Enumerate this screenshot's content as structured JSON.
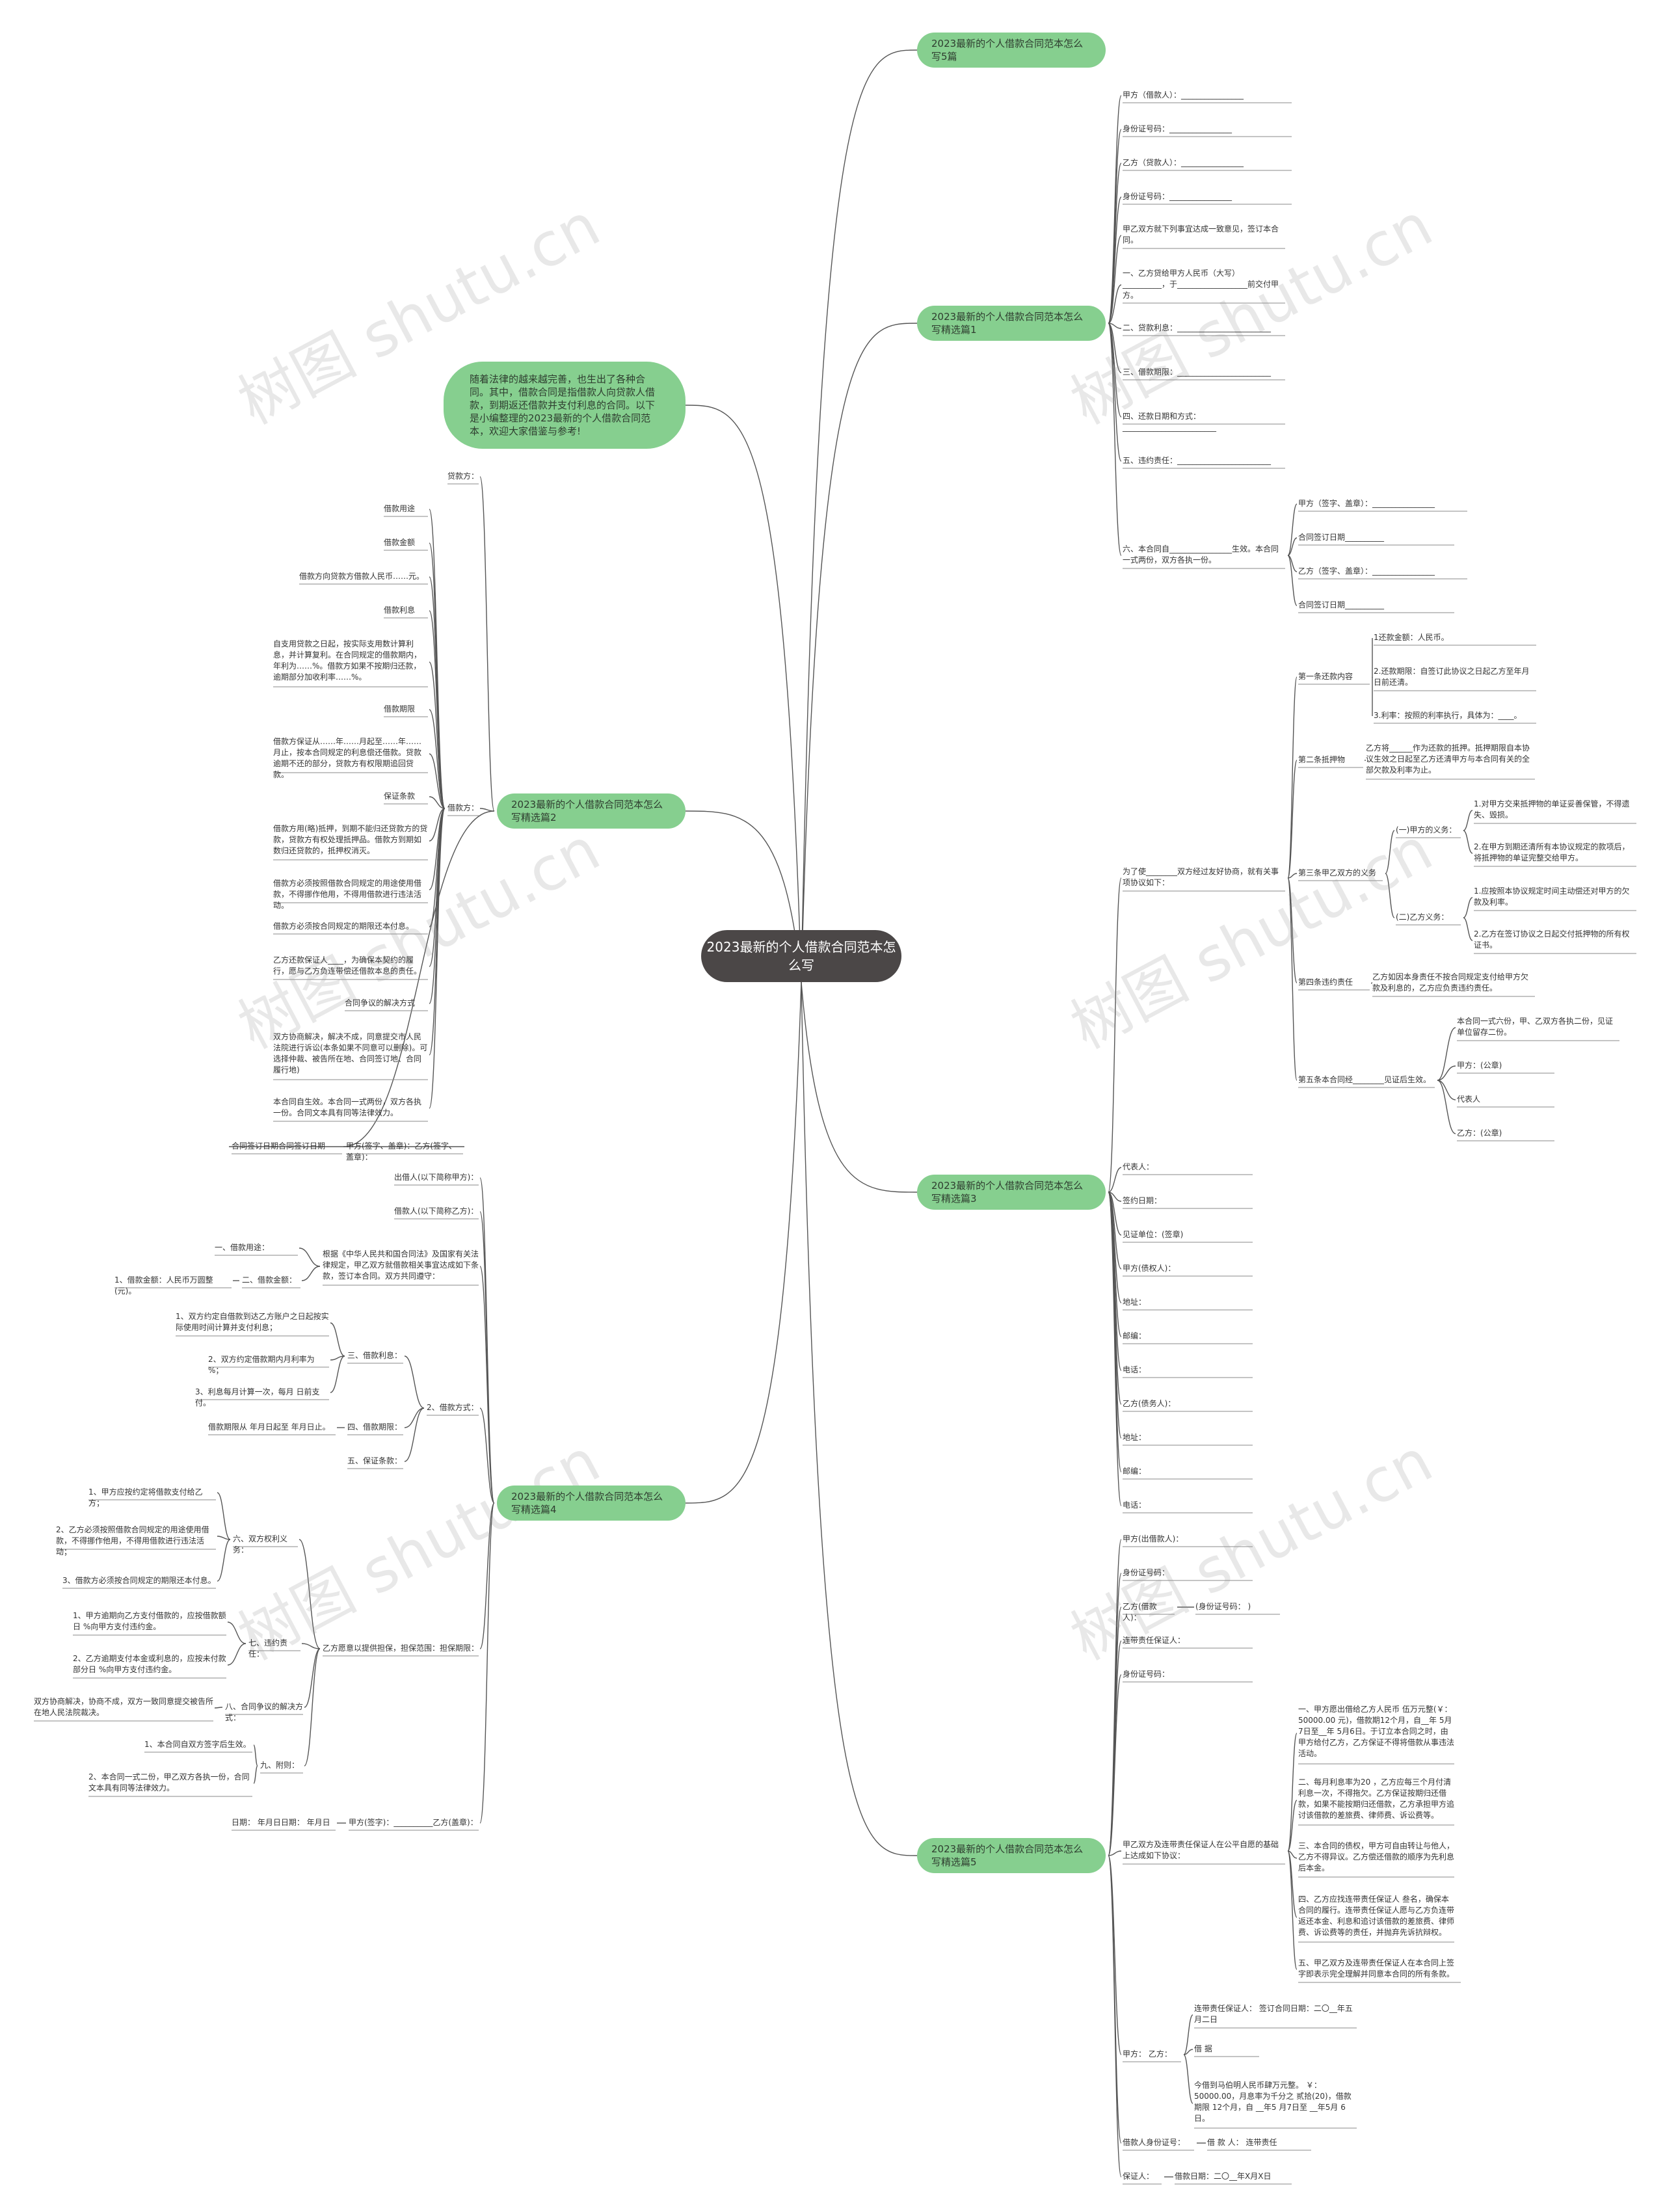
{
  "root": {
    "label": "2023最新的个人借款合同范本怎么写"
  },
  "intro": {
    "text": "随着法律的越来越完善，也生出了各种合同。其中，借款合同是指借款人向贷款人借款，到期返还借款并支付利息的合同。以下是小编整理的2023最新的个人借款合同范本，欢迎大家借鉴与参考!"
  },
  "watermark": "树图 shutu.cn",
  "branches": [
    {
      "id": "b5h",
      "label": "2023最新的个人借款合同范本怎么写5篇"
    },
    {
      "id": "b1",
      "label": "2023最新的个人借款合同范本怎么写精选篇1"
    },
    {
      "id": "b2",
      "label": "2023最新的个人借款合同范本怎么写精选篇2"
    },
    {
      "id": "b3",
      "label": "2023最新的个人借款合同范本怎么写精选篇3"
    },
    {
      "id": "b4",
      "label": "2023最新的个人借款合同范本怎么写精选篇4"
    },
    {
      "id": "b5",
      "label": "2023最新的个人借款合同范本怎么写精选篇5"
    }
  ],
  "texts": {
    "b1_a": "甲方（借款人）：________________",
    "b1_b": "身份证号码：________________",
    "b1_c": "乙方（贷款人）：________________",
    "b1_d": "身份证号码：________________",
    "b1_e": "甲乙双方就下列事宜达成一致意见，签订本合同。",
    "b1_f": "一、乙方贷给甲方人民币（大写）__________，于__________________前交付甲方。",
    "b1_g": "二、贷款利息：________________________",
    "b1_h": "三、借款期限：________________________",
    "b1_i": "四、还款日期和方式：________________________",
    "b1_j": "五、违约责任：________________________",
    "b1_k": "六、本合同自________________生效。本合同一式两份，双方各执一份。",
    "b1_k1": "甲方（签字、盖章）：________________",
    "b1_k2": "合同签订日期__________",
    "b1_k3": "乙方（签字、盖章）：________________",
    "b1_k4": "合同签订日期__________",
    "b2_a": "贷款方：",
    "b2_b": "借款方：",
    "b2_c": "合同签订日期合同签订日期",
    "b2_c1": "甲方(签字、盖章)：乙方(签字、盖章)：",
    "b2_b1": "借款用途",
    "b2_b2": "借款金额",
    "b2_b3": "借款方向贷款方借款人民币……元。",
    "b2_b4": "借款利息",
    "b2_b5": "自支用贷款之日起，按实际支用数计算利息，并计算复利。在合同规定的借款期内，年利为……%。借款方如果不按期归还款，逾期部分加收利率……%。",
    "b2_b6": "借款期限",
    "b2_b7": "借款方保证从……年……月起至……年……月止，按本合同规定的利息偿还借款。贷款逾期不还的部分，贷款方有权限期追回贷款。",
    "b2_b8": "保证条款",
    "b2_b9": "借款方用(略)抵押，到期不能归还贷款方的贷款，贷款方有权处理抵押品。借款方到期如数归还贷款的，抵押权消灭。",
    "b2_b10": "借款方必须按照借款合同规定的用途使用借款，不得挪作他用，不得用借款进行违法活动。",
    "b2_b11": "借款方必须按合同规定的期限还本付息。",
    "b2_b12": "乙方还款保证人____，为确保本契约的履行，愿与乙方负连带偿还借款本息的责任。",
    "b2_b13": "合同争议的解决方式",
    "b2_b14": "双方协商解决，解决不成，同意提交市人民法院进行诉讼(本条如果不同意可以删除)。可选择仲裁、被告所在地、合同签订地、合同履行地)",
    "b2_b15": "本合同自生效。本合同一式两份，双方各执一份。合同文本具有同等法律效力。",
    "b3_a": "为了使________双方经过友好协商，就有关事项协议如下：",
    "b3_s1": "第一条还款内容",
    "b3_s1a": "1还款金额：人民币。",
    "b3_s1b": "2.还款期限：自签订此协议之日起乙方至年月日前还清。",
    "b3_s1c": "3.利率：按照的利率执行，具体为：____。",
    "b3_s2": "第二条抵押物",
    "b3_s2a": "乙方将______作为还款的抵押。抵押期限自本协议生效之日起至乙方还清甲方与本合同有关的全部欠款及利率为止。",
    "b3_s3": "第三条甲乙双方的义务",
    "b3_s3a": "(一)甲方的义务：",
    "b3_s3a1": "1.对甲方交来抵押物的单证妥善保管，不得遗失、毁损。",
    "b3_s3a2": "2.在甲方到期还清所有本协议规定的款项后，将抵押物的单证完整交给甲方。",
    "b3_s3b": "(二)乙方义务：",
    "b3_s3b1": "1.应按照本协议规定时间主动偿还对甲方的欠款及利率。",
    "b3_s3b2": "2.乙方在签订协议之日起交付抵押物的所有权证书。",
    "b3_s4": "第四条违约责任",
    "b3_s4a": "乙方如因本身责任不按合同规定支付给甲方欠款及利息的，乙方应负责违约责任。",
    "b3_s5": "第五条本合同经________见证后生效。",
    "b3_s5a": "本合同一式六份，甲、乙双方各执二份，见证单位留存二份。",
    "b3_s5b": "甲方：(公章)",
    "b3_s5c": "代表人",
    "b3_s5d": "乙方：(公章)",
    "b3_b": "代表人：",
    "b3_c": "签约日期：",
    "b3_d": "见证单位：(签章)",
    "b3_e": "甲方(债权人)：",
    "b3_f": "地址：",
    "b3_g": "邮编：",
    "b3_h": "电话：",
    "b3_i": "乙方(债务人)：",
    "b3_j": "地址：",
    "b3_k": "邮编：",
    "b3_l": "电话：",
    "b4_a": "出借人(以下简称甲方)：",
    "b4_b": "借款人(以下简称乙方)：",
    "b4_c": "根据《中华人民共和国合同法》及国家有关法律规定，甲乙双方就借款相关事宜达成如下条款，签订本合同。双方共同遵守：",
    "b4_c1": "一、借款用途：",
    "b4_c2": "二、借款金额：",
    "b4_c2a": "1、借款金额：人民币万圆整(元)。",
    "b4_d": "2、借款方式：",
    "b4_d1": "三、借款利息：",
    "b4_d1a": "1、双方约定自借款到达乙方账户之日起按实际使用时间计算并支付利息；",
    "b4_d1b": "2、双方约定借款期内月利率为 %；",
    "b4_d1c": "3、利息每月计算一次，每月 日前支付。",
    "b4_d2": "四、借款期限：",
    "b4_d2a": "借款期限从 年月日起至 年月日止。",
    "b4_d3": "五、保证条款：",
    "b4_e": "乙方愿意以提供担保，担保范围：担保期限：",
    "b4_e1": "六、双方权利义务：",
    "b4_e1a": "1、甲方应按约定将借款支付给乙方；",
    "b4_e1b": "2、乙方必须按照借款合同规定的用途使用借款，不得挪作他用，不得用借款进行违法活动；",
    "b4_e1c": "3、借款方必须按合同规定的期限还本付息。",
    "b4_e2": "七、违约责任：",
    "b4_e2a": "1、甲方逾期向乙方支付借款的，应按借款额日 %向甲方支付违约金。",
    "b4_e2b": "2、乙方逾期支付本金或利息的，应按未付款部分日 %向甲方支付违约金。",
    "b4_e3": "八、合同争议的解决方式：",
    "b4_e3a": "双方协商解决，协商不成，双方一致同意提交被告所在地人民法院裁决。",
    "b4_e4": "九、附则：",
    "b4_e4a": "1、本合同自双方签字后生效。",
    "b4_e4b": "2、本合同一式二份，甲乙双方各执一份，合同文本具有同等法律效力。",
    "b4_f": "甲方(签字)：__________乙方(盖章)：",
    "b4_f1": "日期：  年月日日期：  年月日",
    "b5_a": "甲方(出借款人)：",
    "b5_b": "身份证号码：",
    "b5_c": "乙方(借款人)：",
    "b5_c1": "(身份证号码：    )",
    "b5_d": "连带责任保证人：",
    "b5_e": "身份证号码：",
    "b5_f": "甲乙双方及连带责任保证人在公平自愿的基础上达成如下协议：",
    "b5_f1": "一、甲方愿出借给乙方人民币 伍万元整(￥：50000.00 元)，借款期12个月，自__年 5月7日至__年 5月6日。于订立本合同之时，由甲方给付乙方，乙方保证不得将借款从事违法活动。",
    "b5_f2": "二、每月利息率为20 ，乙方应每三个月付清利息一次，不得拖欠。乙方保证按期归还借款，如果不能按期归还借款，乙方承担甲方追讨该借款的差旅费、律师费、诉讼费等。",
    "b5_f3": "三、本合同的债权，甲方可自由转让与他人，乙方不得异议。乙方偿还借款的顺序为先利息后本金。",
    "b5_f4": "四、乙方应找连带责任保证人 叁名，确保本合同的履行。连带责任保证人愿与乙方负连带返还本金、利息和追讨该借款的差旅费、律师费、诉讼费等的责任，并抛弃先诉抗辩权。",
    "b5_f5": "五、甲乙双方及连带责任保证人在本合同上签字即表示完全理解并同意本合同的所有条款。",
    "b5_g": "甲方：  乙方：",
    "b5_g1": "连带责任保证人：  签订合同日期：二〇__年五月二日",
    "b5_g2": "借 据",
    "b5_g3": "今借到马伯明人民币肆万元整。 ￥：50000.00，月息率为千分之 贰拾(20)，借款期限 12个月，自 __年5 月7日至 __年5月 6日。",
    "b5_h": "借款人身份证号：",
    "b5_h1": "借 款 人：  连带责任",
    "b5_i": "保证人：",
    "b5_i1": "借款日期：二〇__年X月X日"
  }
}
